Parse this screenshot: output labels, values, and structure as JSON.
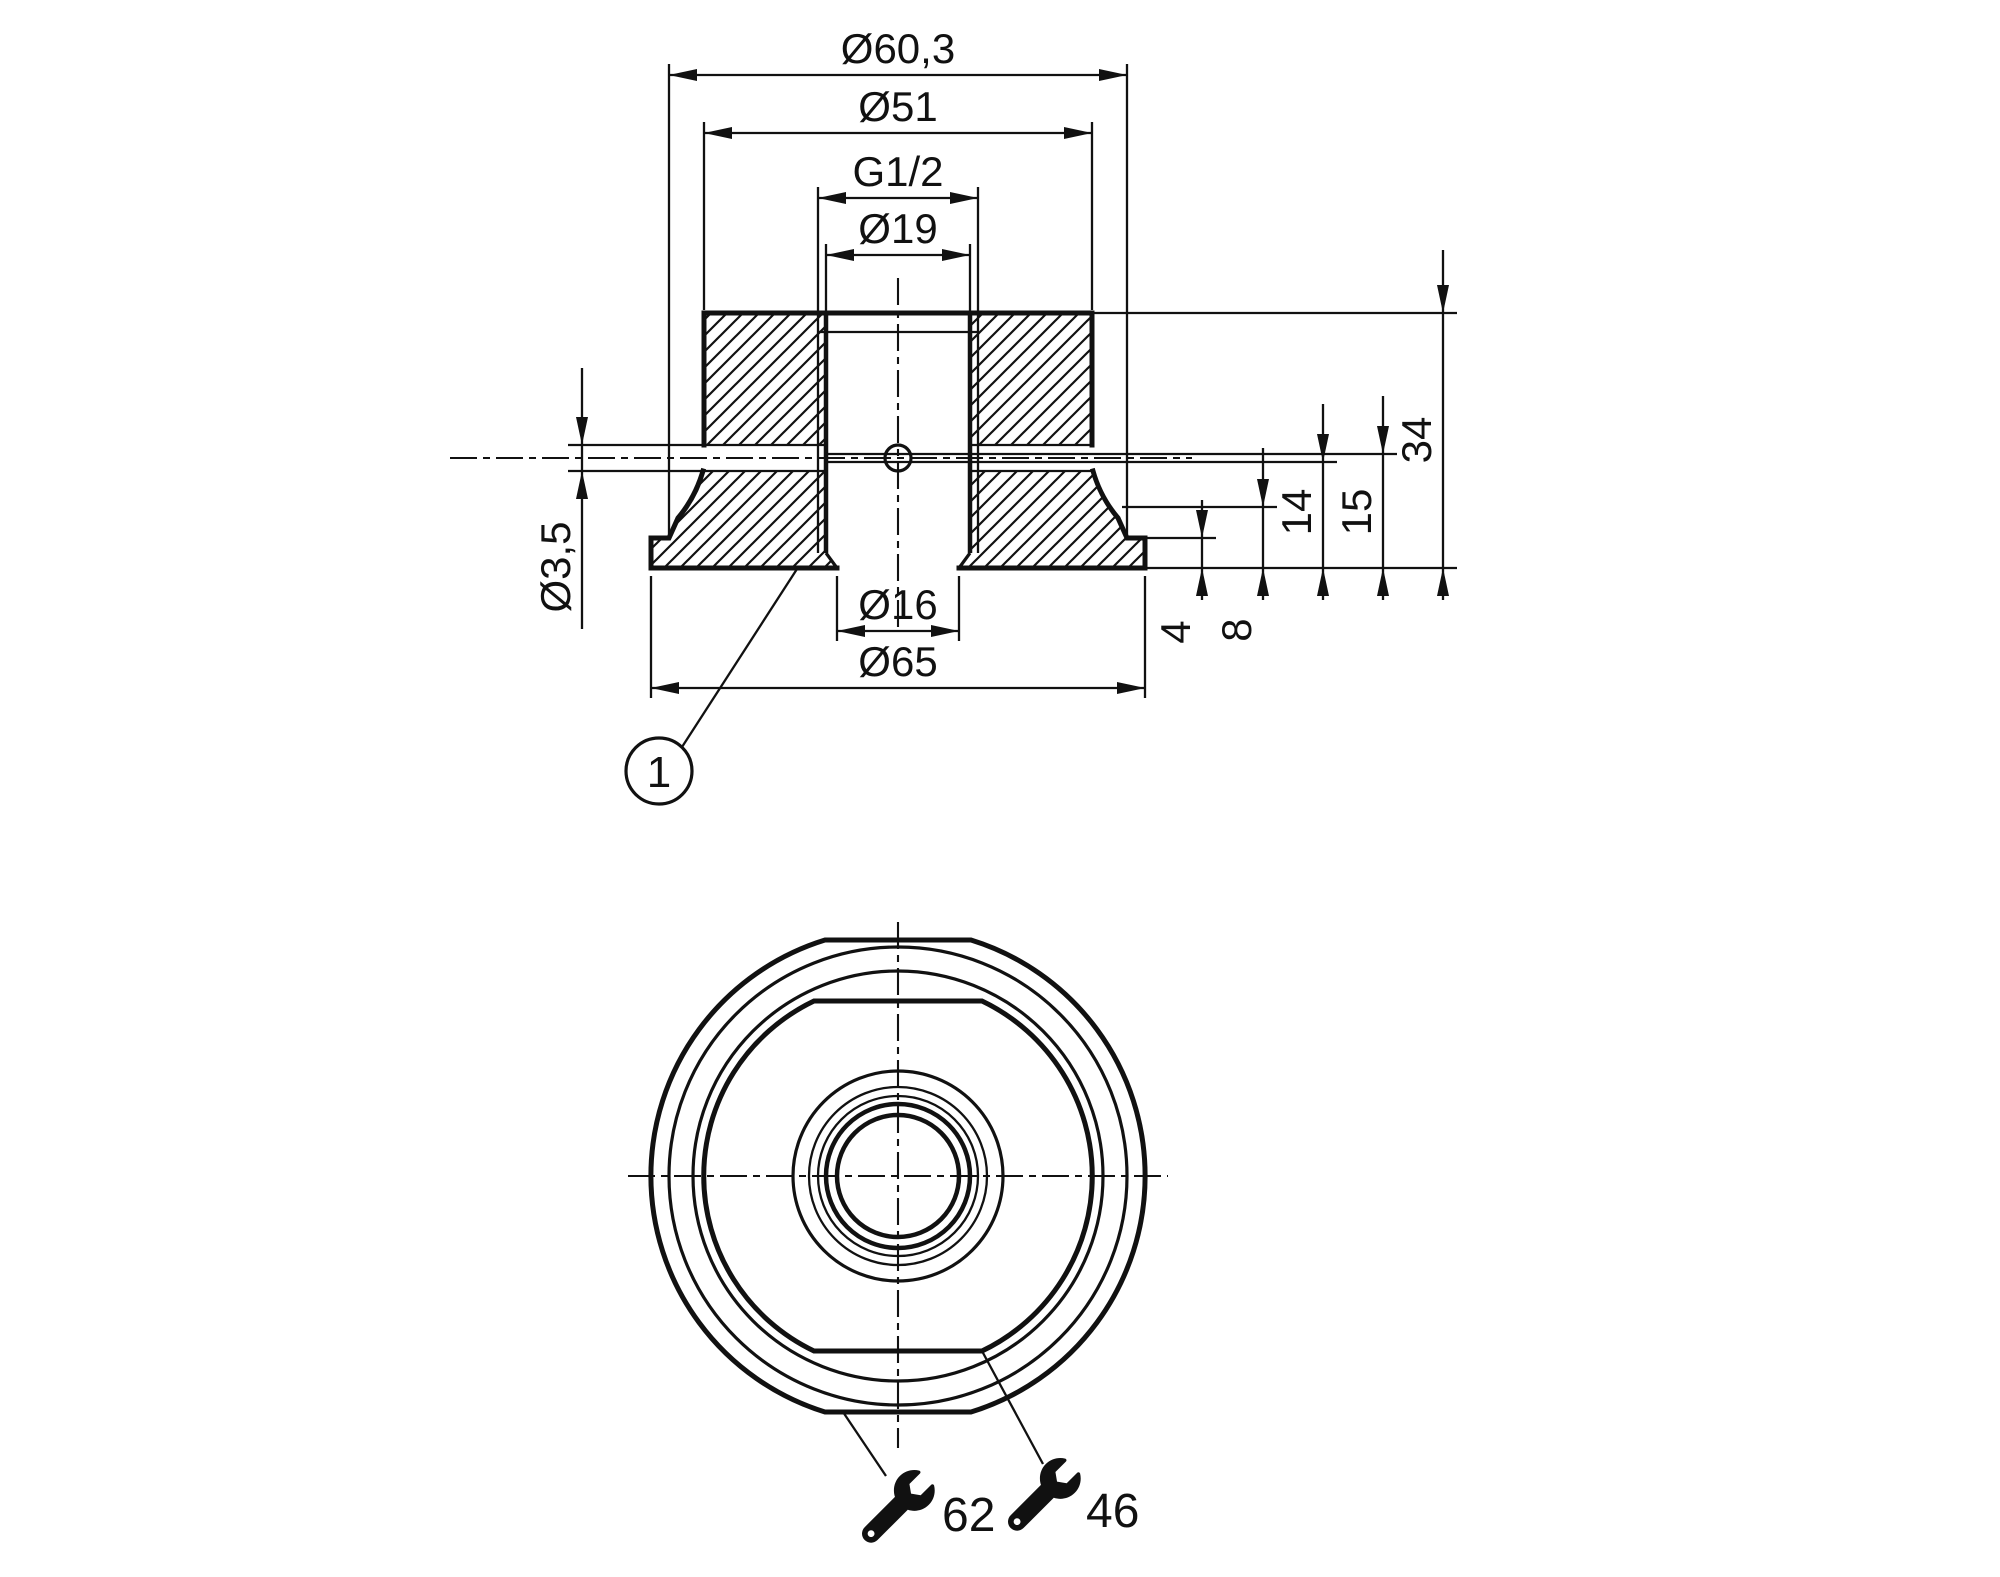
{
  "drawing": {
    "colors": {
      "line": "#111111",
      "background": "#ffffff"
    },
    "section_view": {
      "dimensions": {
        "dia_outer_top": "Ø60,3",
        "dia_cylinder": "Ø51",
        "thread": "G1/2",
        "dia_counterbore": "Ø19",
        "dia_leak_hole": "Ø3,5",
        "dia_bottom_bore": "Ø16",
        "dia_flange": "Ø65",
        "height_step": "4",
        "height_cone": "8",
        "height_bore_step": "14",
        "height_shoulder": "15",
        "height_total": "34"
      },
      "balloon": {
        "label": "1"
      }
    },
    "bottom_view": {
      "wrench_flats": [
        {
          "icon": "wrench-icon",
          "label": "62"
        },
        {
          "icon": "wrench-icon",
          "label": "46"
        }
      ]
    }
  }
}
